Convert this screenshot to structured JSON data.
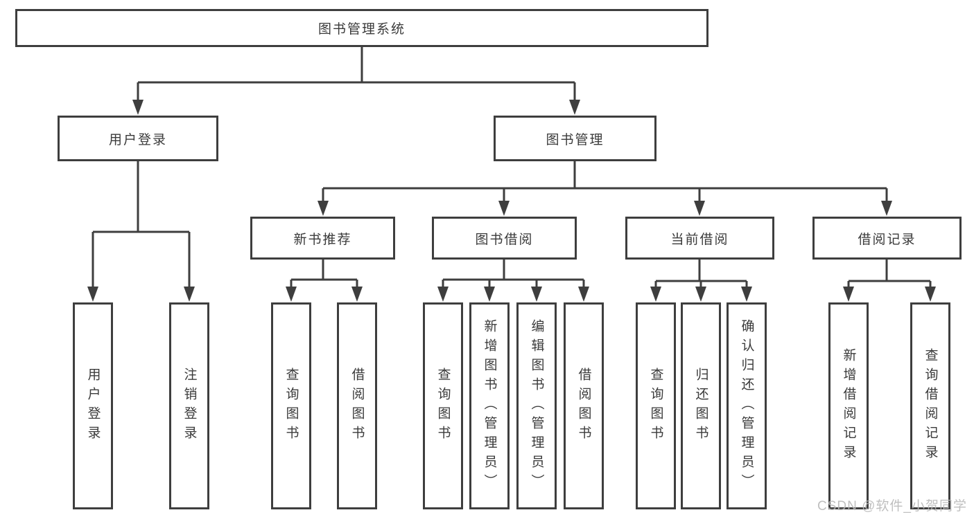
{
  "diagram": {
    "root_label": "图书管理系统",
    "level2": {
      "user_login": "用户登录",
      "book_mgmt": "图书管理"
    },
    "level3": {
      "new_book_rec": "新书推荐",
      "book_borrow": "图书借阅",
      "current_borrow": "当前借阅",
      "borrow_record": "借阅记录"
    },
    "leaves": {
      "user_login": [
        "用户登录",
        "注销登录"
      ],
      "new_book_rec": [
        "查询图书",
        "借阅图书"
      ],
      "book_borrow": [
        "查询图书",
        "新增图书（管理员）",
        "编辑图书（管理员）",
        "借阅图书"
      ],
      "current_borrow": [
        "查询图书",
        "归还图书",
        "确认归还（管理员）"
      ],
      "borrow_record": [
        "新增借阅记录",
        "查询借阅记录"
      ]
    },
    "colors": {
      "line": "#3e3e3e",
      "text": "#3a3a3a",
      "box_background": "#ffffff",
      "watermark": "#b9b9b9"
    }
  },
  "watermark": {
    "text": "CSDN @软件_小贺同学"
  }
}
